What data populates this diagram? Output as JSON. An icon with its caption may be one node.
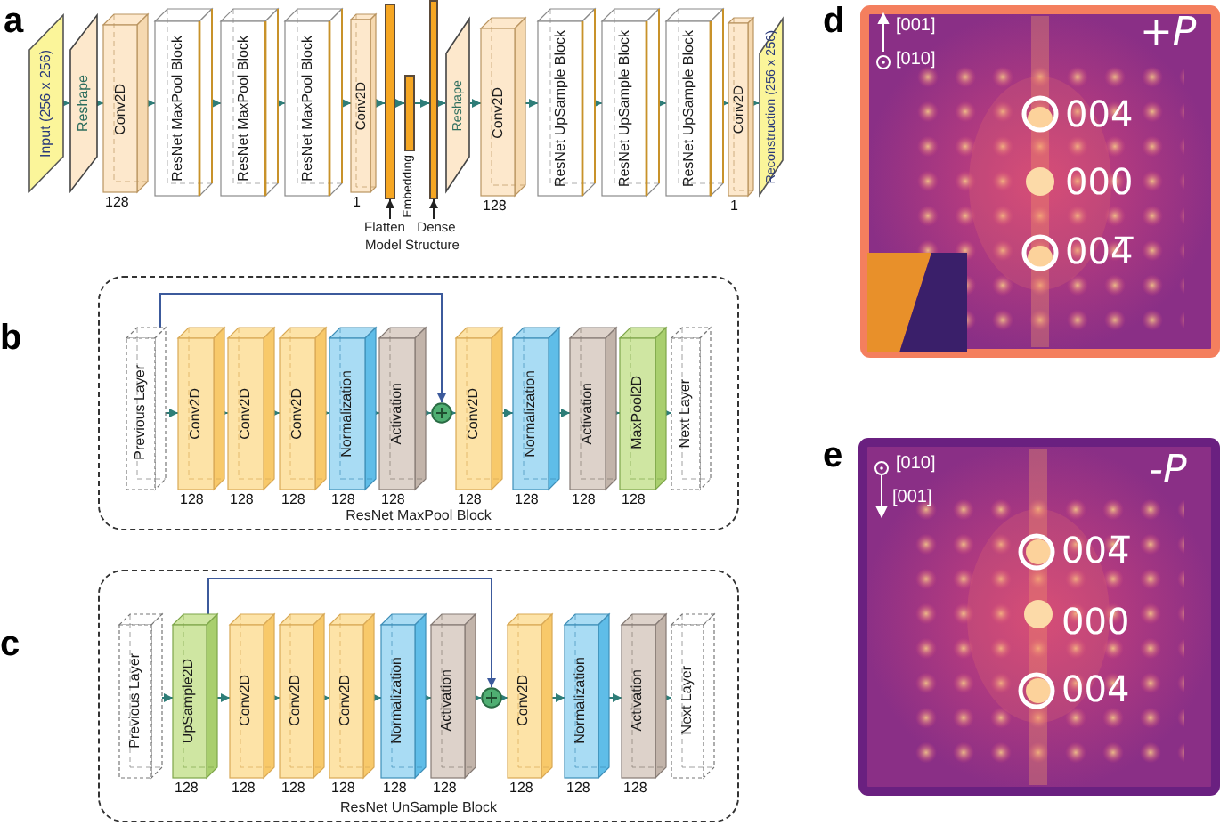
{
  "diagram": {
    "nodes": [
      {
        "text": [
          "Input (256 x 256)"
        ]
      },
      {
        "text": [
          "Reshape"
        ]
      },
      {
        "text": [
          "Conv2D"
        ],
        "beside": [
          "128"
        ]
      },
      {
        "text": [
          "ResNet MaxPool Block"
        ]
      },
      {
        "text": [
          "ResNet MaxPool Block"
        ]
      },
      {
        "text": [
          "ResNet MaxPool Block"
        ]
      },
      {
        "text": [
          "Conv2D"
        ],
        "beside": [
          "1"
        ]
      },
      {
        "text": [],
        "shape": "bar"
      },
      {
        "text": [],
        "shape": "bar",
        "beside": [
          "Embedding"
        ]
      },
      {
        "text": [],
        "shape": "bar"
      },
      {
        "text": [
          "Reshape"
        ]
      },
      {
        "text": [
          "Conv2D"
        ],
        "beside": [
          "128"
        ]
      },
      {
        "text": [
          "ResNet UpSample Block"
        ]
      },
      {
        "text": [
          "ResNet UpSample Block"
        ]
      },
      {
        "text": [
          "ResNet UpSample Block"
        ]
      },
      {
        "text": [
          "Conv2D"
        ],
        "beside": [
          "1"
        ]
      },
      {
        "text": [
          "Reconstruction (256 x 256)"
        ]
      },
      {
        "text": [
          "Flatten"
        ]
      },
      {
        "text": [
          "Dense"
        ]
      },
      {
        "text": [
          "ResNet MaxPool Block"
        ]
      },
      {
        "text": [
          "Previous Layer"
        ],
        "in": 19
      },
      {
        "text": [
          "Conv2D"
        ],
        "in": 19,
        "beside": [
          "128"
        ]
      },
      {
        "text": [
          "Conv2D"
        ],
        "in": 19,
        "beside": [
          "128"
        ]
      },
      {
        "text": [
          "Conv2D"
        ],
        "in": 19,
        "beside": [
          "128"
        ]
      },
      {
        "text": [
          "Normalization"
        ],
        "in": 19,
        "beside": [
          "128"
        ]
      },
      {
        "text": [
          "Activation"
        ],
        "in": 19,
        "beside": [
          "128"
        ]
      },
      {
        "text": [],
        "shape": "circle",
        "in": 19
      },
      {
        "text": [
          "Conv2D"
        ],
        "in": 19,
        "beside": [
          "128"
        ]
      },
      {
        "text": [
          "Normalization"
        ],
        "in": 19,
        "beside": [
          "128"
        ]
      },
      {
        "text": [
          "Activation"
        ],
        "in": 19,
        "beside": [
          "128"
        ]
      },
      {
        "text": [
          "MaxPool2D"
        ],
        "in": 19,
        "beside": [
          "128"
        ]
      },
      {
        "text": [
          "Next Layer"
        ],
        "in": 19
      },
      {
        "text": [
          "ResNet UnSample Block"
        ]
      },
      {
        "text": [
          "Previous Layer"
        ],
        "in": 32
      },
      {
        "text": [
          "UpSample2D"
        ],
        "in": 32,
        "beside": [
          "128"
        ]
      },
      {
        "text": [
          "Conv2D"
        ],
        "in": 32,
        "beside": [
          "128"
        ]
      },
      {
        "text": [
          "Conv2D"
        ],
        "in": 32,
        "beside": [
          "128"
        ]
      },
      {
        "text": [
          "Conv2D"
        ],
        "in": 32,
        "beside": [
          "128"
        ]
      },
      {
        "text": [
          "Normalization"
        ],
        "in": 32,
        "beside": [
          "128"
        ]
      },
      {
        "text": [
          "Activation"
        ],
        "in": 32,
        "beside": [
          "128"
        ]
      },
      {
        "text": [],
        "shape": "circle",
        "in": 32
      },
      {
        "text": [
          "Conv2D"
        ],
        "in": 32,
        "beside": [
          "128"
        ]
      },
      {
        "text": [
          "Normalization"
        ],
        "in": 32,
        "beside": [
          "128"
        ]
      },
      {
        "text": [
          "Activation"
        ],
        "in": 32,
        "beside": [
          "128"
        ]
      },
      {
        "text": [
          "Next Layer"
        ],
        "in": 32
      }
    ],
    "edges": [
      {
        "from": 0,
        "to": 1,
        "arrow": "to"
      },
      {
        "from": 1,
        "to": 2,
        "arrow": "to"
      },
      {
        "from": 2,
        "to": 3,
        "arrow": "to"
      },
      {
        "from": 3,
        "to": 4,
        "arrow": "to"
      },
      {
        "from": 4,
        "to": 5,
        "arrow": "to"
      },
      {
        "from": 5,
        "to": 6,
        "arrow": "to"
      },
      {
        "from": 6,
        "to": 7,
        "arrow": "to"
      },
      {
        "from": 7,
        "to": 8,
        "arrow": "to"
      },
      {
        "from": 8,
        "to": 9,
        "arrow": "to"
      },
      {
        "from": 9,
        "to": 10,
        "arrow": "to"
      },
      {
        "from": 10,
        "to": 11,
        "arrow": "to"
      },
      {
        "from": 11,
        "to": 12,
        "arrow": "to"
      },
      {
        "from": 12,
        "to": 13,
        "arrow": "to"
      },
      {
        "from": 13,
        "to": 14,
        "arrow": "to"
      },
      {
        "from": 14,
        "to": 15,
        "arrow": "to"
      },
      {
        "from": 15,
        "to": 16,
        "arrow": "to"
      },
      {
        "from": 17,
        "to": 7,
        "arrow": "to",
        "color": "#222222"
      },
      {
        "from": 18,
        "to": 9,
        "arrow": "to",
        "color": "#222222"
      },
      {
        "from": 20,
        "to": 21,
        "arrow": "to"
      },
      {
        "from": 21,
        "to": 22,
        "arrow": "to"
      },
      {
        "from": 22,
        "to": 23,
        "arrow": "to"
      },
      {
        "from": 23,
        "to": 24,
        "arrow": "to"
      },
      {
        "from": 24,
        "to": 25,
        "arrow": "to"
      },
      {
        "from": 25,
        "to": 26,
        "arrow": "to"
      },
      {
        "from": 26,
        "to": 27,
        "arrow": "to"
      },
      {
        "from": 27,
        "to": 28,
        "arrow": "to"
      },
      {
        "from": 28,
        "to": 29,
        "arrow": "to"
      },
      {
        "from": 29,
        "to": 30,
        "arrow": "to"
      },
      {
        "from": 30,
        "to": 31,
        "arrow": "to"
      },
      {
        "from": 20,
        "to": 26,
        "arrow": "to",
        "color": "#3c5a9c"
      },
      {
        "from": 33,
        "to": 34,
        "arrow": "to"
      },
      {
        "from": 34,
        "to": 35,
        "arrow": "to"
      },
      {
        "from": 35,
        "to": 36,
        "arrow": "to"
      },
      {
        "from": 36,
        "to": 37,
        "arrow": "to"
      },
      {
        "from": 37,
        "to": 38,
        "arrow": "to"
      },
      {
        "from": 38,
        "to": 39,
        "arrow": "to"
      },
      {
        "from": 39,
        "to": 40,
        "arrow": "to"
      },
      {
        "from": 40,
        "to": 41,
        "arrow": "to"
      },
      {
        "from": 41,
        "to": 42,
        "arrow": "to"
      },
      {
        "from": 42,
        "to": 43,
        "arrow": "to"
      },
      {
        "from": 43,
        "to": 44,
        "arrow": "to"
      },
      {
        "from": 34,
        "to": 40,
        "arrow": "to",
        "color": "#3c5a9c"
      }
    ],
    "labels": [
      "a",
      "Model Structure",
      "b",
      "c",
      "d",
      "[001]",
      "[010]",
      "+P",
      "004",
      "000",
      "004̅",
      "e",
      "[010]",
      "[001]",
      "-P",
      "004̅",
      "000",
      "004"
    ]
  }
}
